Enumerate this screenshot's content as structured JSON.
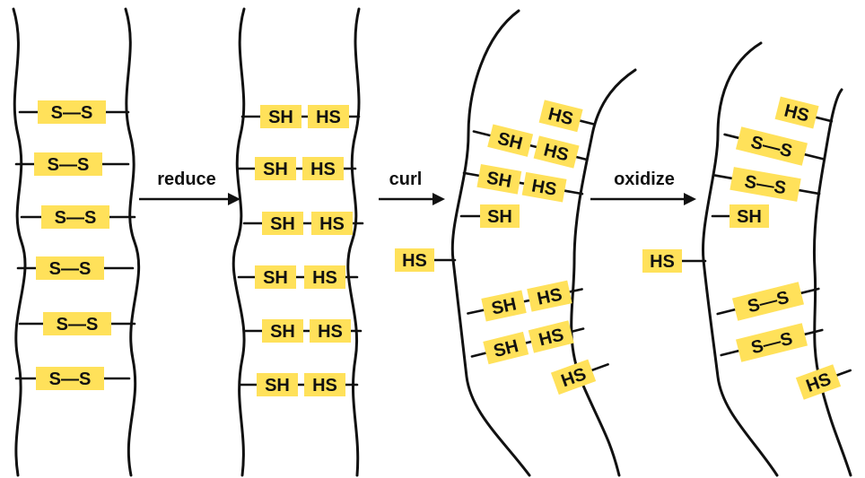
{
  "colors": {
    "highlight": "#FFE15A",
    "ink": "#111111",
    "background": "#FFFFFF"
  },
  "steps": {
    "reduce": "reduce",
    "curl": "curl",
    "oxidize": "oxidize"
  },
  "labels": {
    "ss": "S—S",
    "sh": "SH",
    "hs": "HS",
    "s": "S"
  }
}
